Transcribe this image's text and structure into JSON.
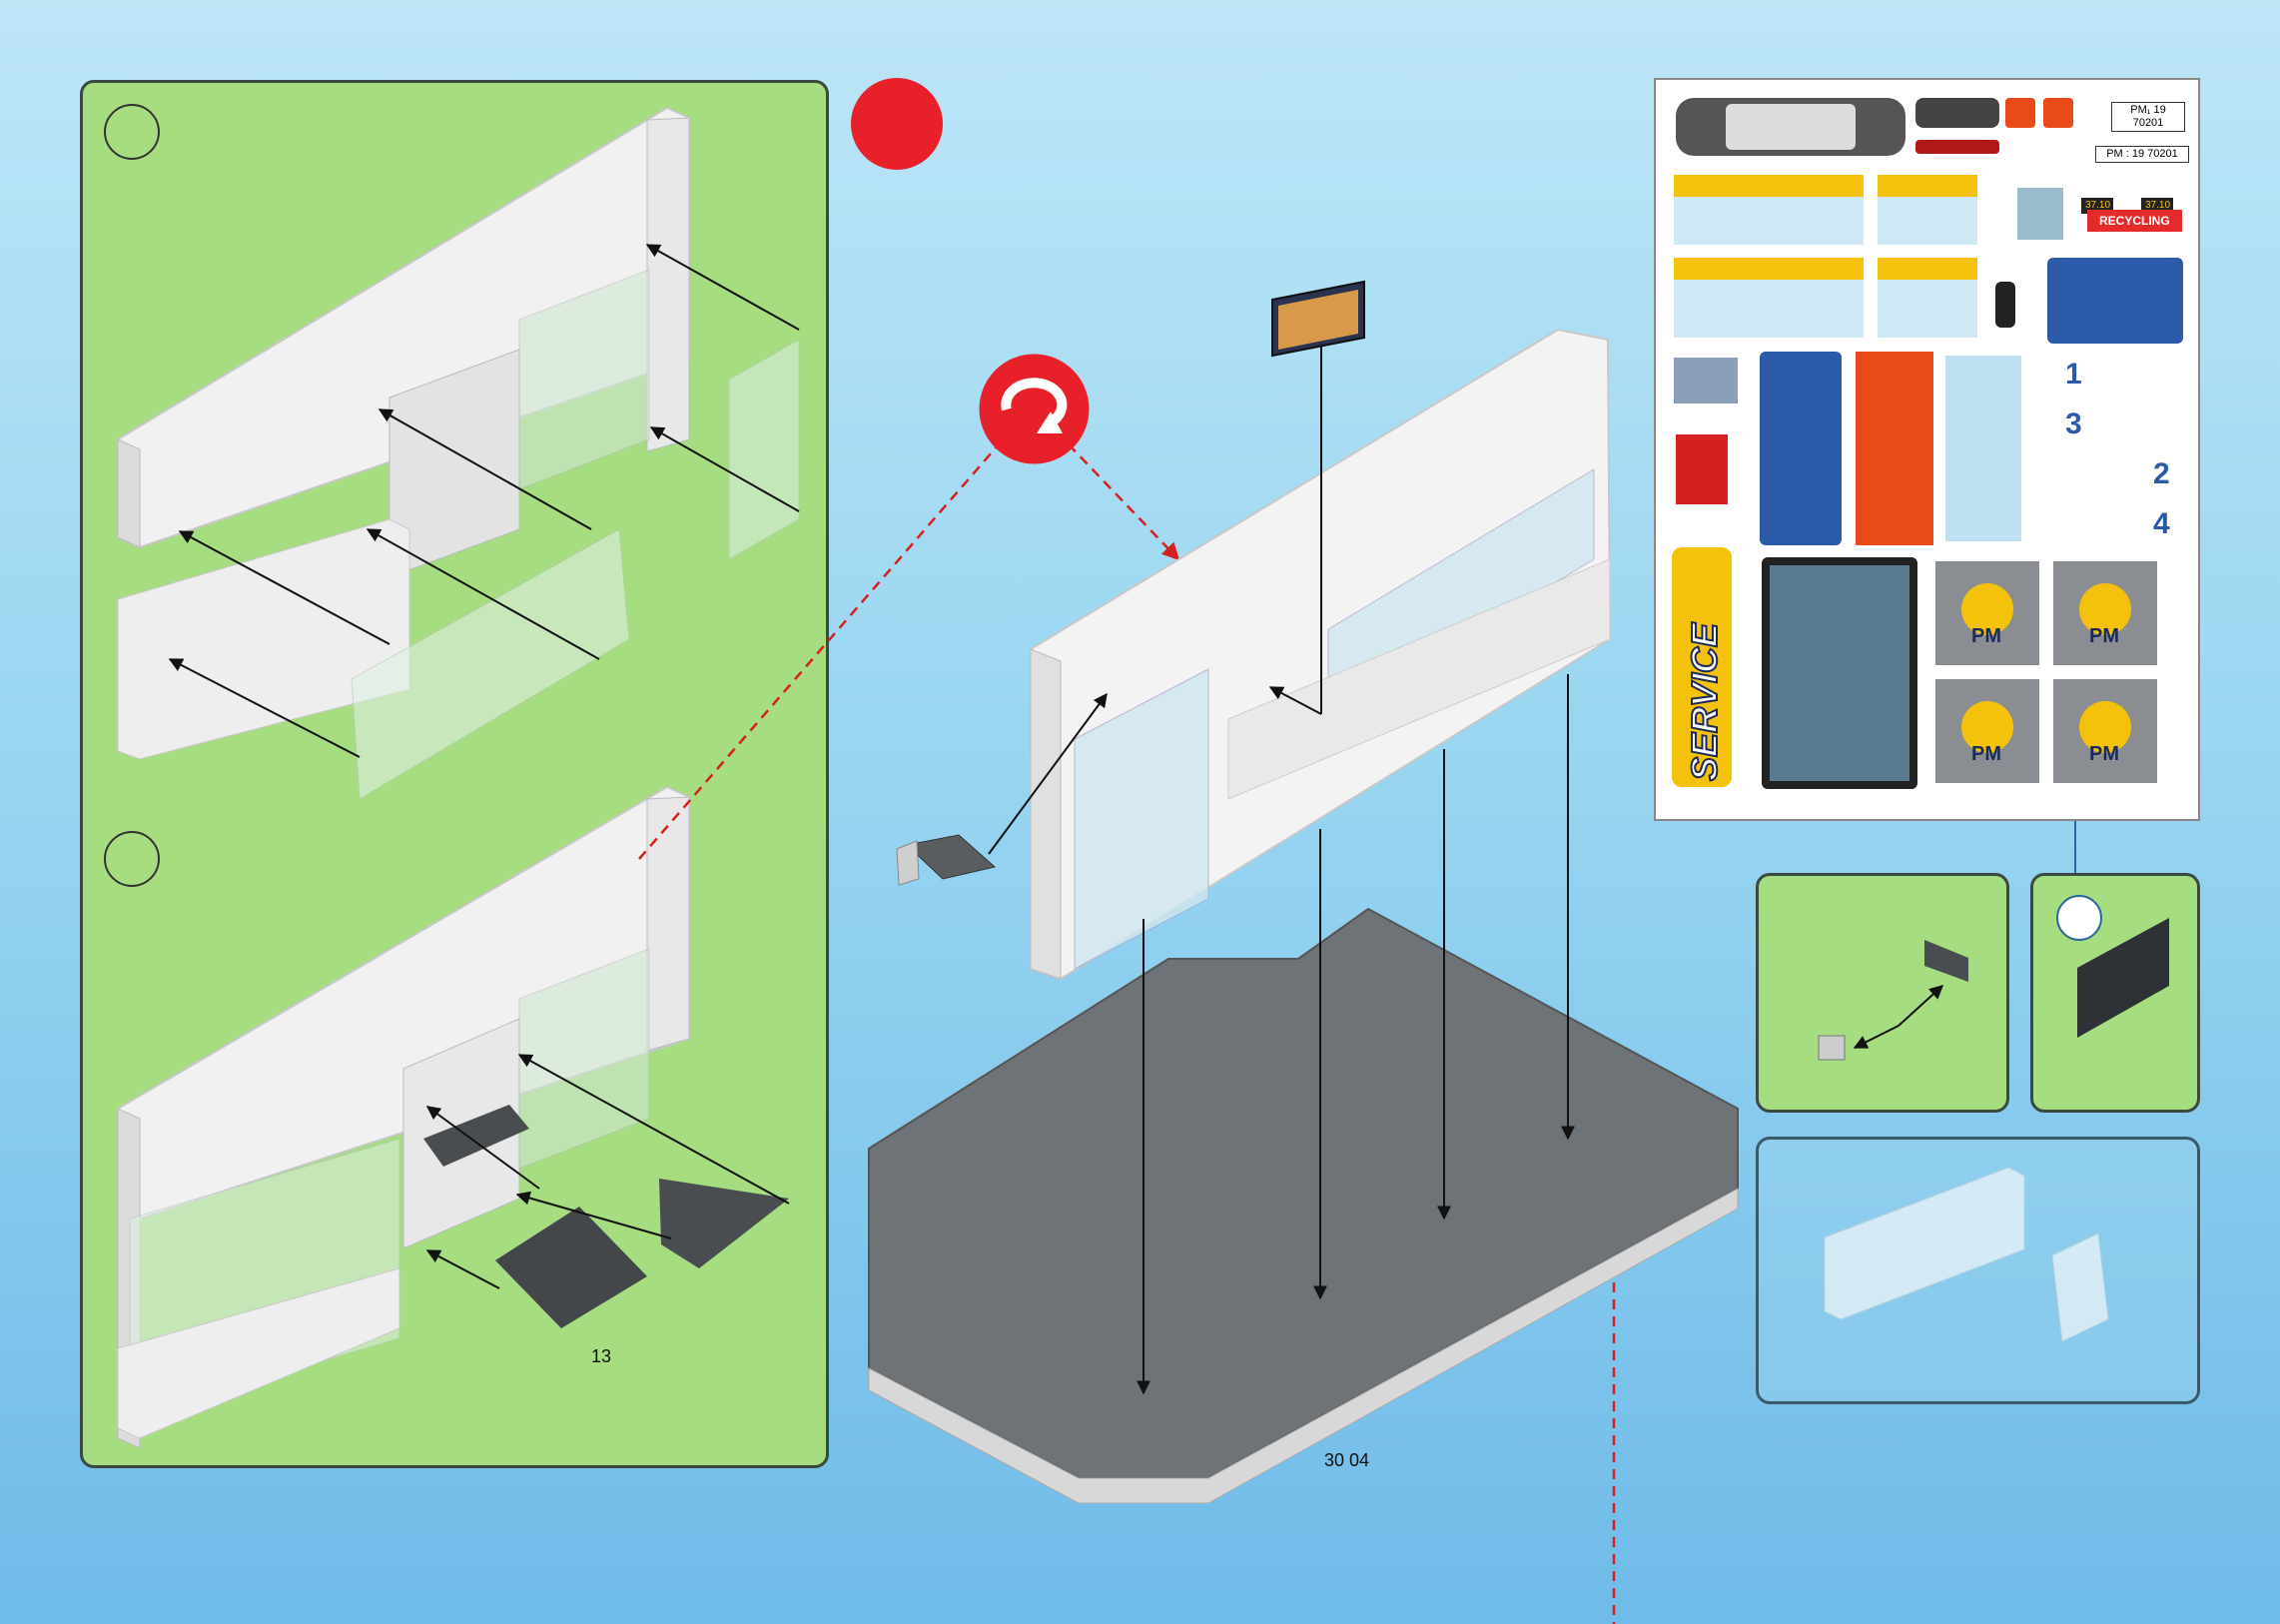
{
  "labels": {
    "part_13": "13",
    "part_3004": "30 04"
  },
  "sticker_sheet": {
    "pm_code_1": "PM₁ 19 70201",
    "pm_code_2": "PM : 19 70201",
    "recycling": "RECYCLING",
    "service": "SERVICE",
    "pm_logo": "PM",
    "numbers": [
      "1",
      "3",
      "2",
      "4"
    ],
    "small_tag_1": "37.10",
    "small_tag_2": "37.10"
  },
  "colors": {
    "background_top": "#bde6f7",
    "background_bottom": "#6fbbe9",
    "panel_green": "#a6dd80",
    "accent_red": "#e8202a",
    "base_gray": "#6e7378",
    "wall_white": "#f2f2f2",
    "glass": "#cde8f2"
  },
  "icons": {
    "rotate": "rotate-arrow-icon",
    "step_marker": "step-circle-icon"
  }
}
